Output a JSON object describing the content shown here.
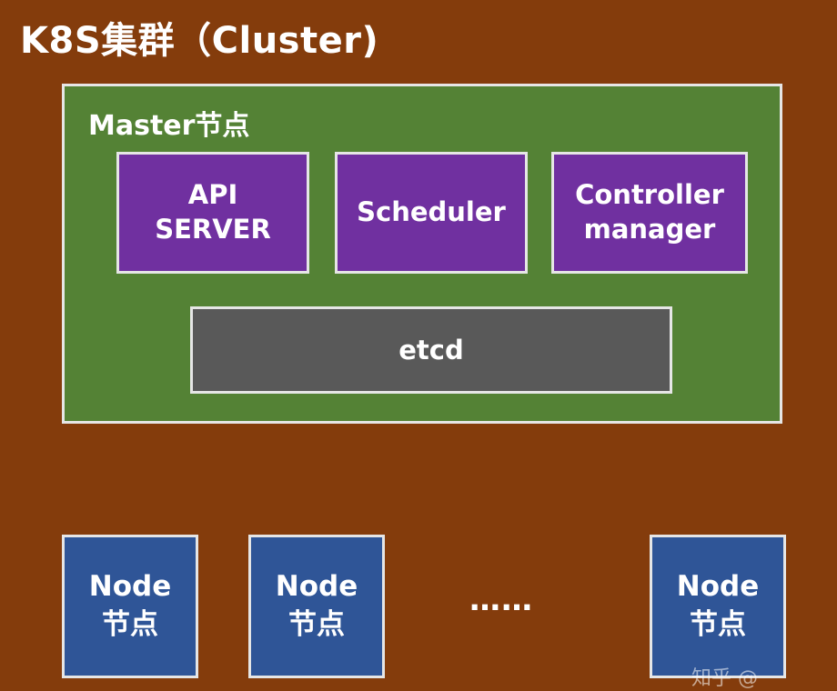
{
  "title": "K8S集群（Cluster)",
  "master": {
    "label": "Master节点",
    "components": [
      {
        "line1": "API",
        "line2": "SERVER"
      },
      {
        "line1": "Scheduler",
        "line2": ""
      },
      {
        "line1": "Controller",
        "line2": "manager"
      }
    ],
    "etcd": "etcd"
  },
  "nodes": [
    {
      "line1": "Node",
      "line2": "节点"
    },
    {
      "line1": "Node",
      "line2": "节点"
    },
    {
      "line1": "Node",
      "line2": "节点"
    }
  ],
  "ellipsis": "……",
  "watermark": "知乎 @",
  "colors": {
    "background": "#843c0c",
    "master": "#548235",
    "component": "#7030a0",
    "etcd": "#595959",
    "node": "#2f5597",
    "border": "#e6e6e6"
  }
}
